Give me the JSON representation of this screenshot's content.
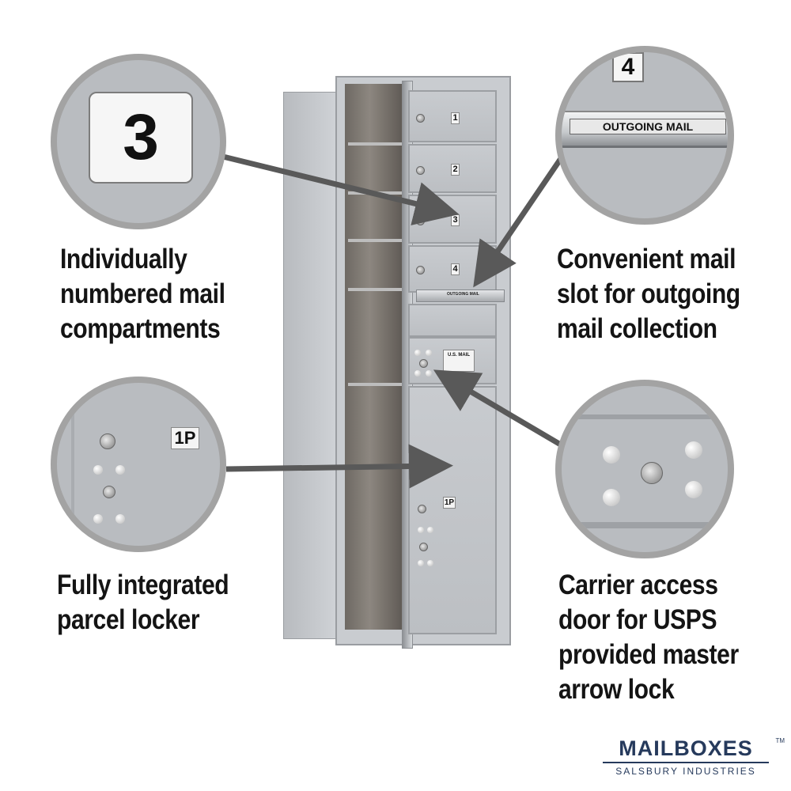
{
  "callouts": {
    "numbered": [
      "Individually",
      "numbered mail",
      "compartments"
    ],
    "outgoing": [
      "Convenient mail",
      "slot for outgoing",
      "mail collection"
    ],
    "parcel": [
      "Fully integrated",
      "parcel locker"
    ],
    "carrier": [
      "Carrier access",
      "door for USPS",
      "provided master",
      "arrow lock"
    ]
  },
  "zoom": {
    "number_label": "3",
    "box_number_top": "4",
    "outgoing_plate": "OUTGOING MAIL",
    "parcel_label": "1P"
  },
  "unit": {
    "box_numbers": [
      "1",
      "2",
      "3",
      "4"
    ],
    "outgoing_label": "OUTGOING MAIL",
    "usps_label": "U.S. MAIL",
    "parcel_label": "1P"
  },
  "brand": {
    "name": "MAILBOXES",
    "trademark": "TM",
    "tagline": "SALSBURY INDUSTRIES",
    "color": "#263a5c"
  },
  "colors": {
    "aluminum": "#c4c7cb",
    "arrow": "#595959",
    "circle_border": "#a3a3a3",
    "text": "#141414"
  }
}
